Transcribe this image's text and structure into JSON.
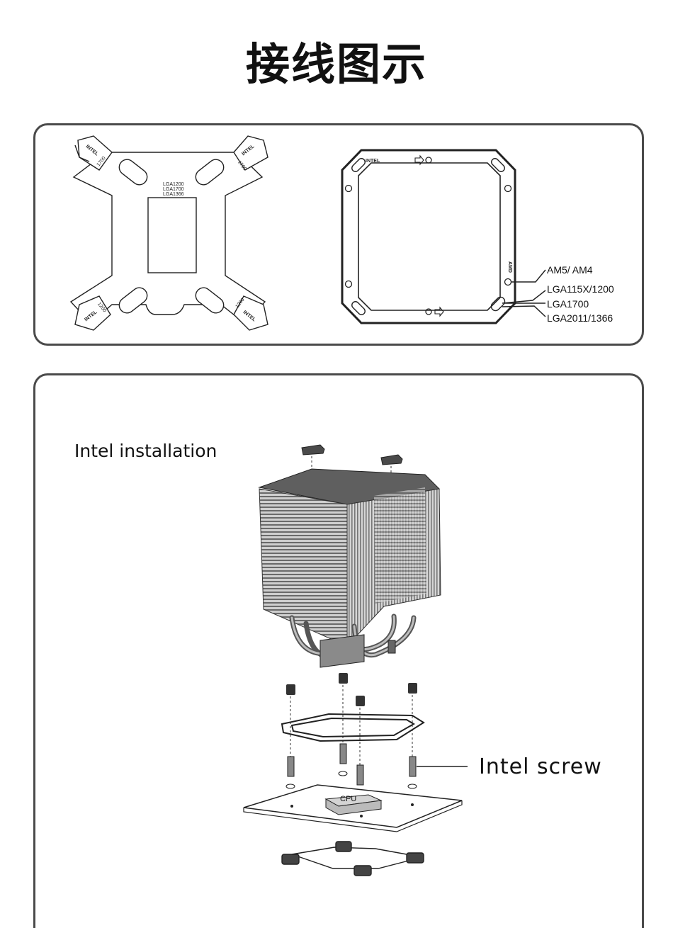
{
  "title": "接线图示",
  "backplate": {
    "brand_label": "INTEL",
    "socket_list": [
      "LGA1200",
      "LGA1700",
      "LGA1366"
    ],
    "corner_code_a": "1700",
    "corner_code_b": "1200"
  },
  "mount_frame": {
    "intel_label": "INTEL",
    "amd_label": "AMD",
    "hole_callouts": [
      "AM5/ AM4",
      "LGA115X/1200",
      "LGA1700",
      "LGA2011/1366"
    ]
  },
  "installation": {
    "heading": "Intel installation",
    "screw_label": "Intel screw",
    "cpu_label": "CPU"
  }
}
